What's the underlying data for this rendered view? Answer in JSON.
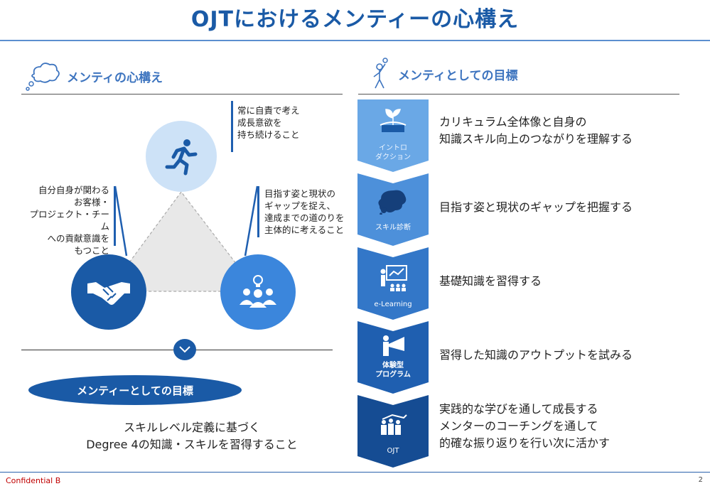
{
  "title": "OJTにおけるメンティーの心構え",
  "left": {
    "header": "メンティの心構え",
    "notes": {
      "top": "常に自責で考え\n成長意欲を\n持ち続けること",
      "left": "自分自身が関わる\nお客様・\nプロジェクト・チーム\nへの貢献意識を\nもつこと",
      "right": "目指す姿と現状の\nギャップを捉え、\n達成までの道のりを\n主体的に考えること"
    },
    "icons": {
      "top": "running-person-icon",
      "left": "handshake-icon",
      "right": "idea-team-icon"
    },
    "goal_pill": "メンティーとしての目標",
    "goal_lines": [
      "スキルレベル定義に基づく",
      "Degree 4の知識・スキルを習得すること"
    ]
  },
  "right": {
    "header": "メンティとしての目標",
    "steps": [
      {
        "label": "イントロ\nダクション",
        "text": "カリキュラム全体像と自身の\n知識スキル向上のつながりを理解する",
        "icon": "sprout-icon",
        "color": "#5b9ee0"
      },
      {
        "label": "スキル診断",
        "text": "目指す姿と現状のギャップを把握する",
        "icon": "thinking-head-icon",
        "color": "#4a8ed8"
      },
      {
        "label": "e-Learning",
        "text": "基礎知識を習得する",
        "icon": "lecture-icon",
        "color": "#3377c8"
      },
      {
        "label": "体験型\nプログラム",
        "text": "習得した知識のアウトプットを試みる",
        "icon": "presenter-icon",
        "color": "#1f5fb0"
      },
      {
        "label": "OJT",
        "text": "実践的な学びを通して成長する\nメンターのコーチングを通して\n的確な振り返りを行い次に活かす",
        "icon": "team-growth-icon",
        "color": "#154c93"
      }
    ]
  },
  "footer": {
    "confidential": "Confidential B",
    "page": "2"
  }
}
